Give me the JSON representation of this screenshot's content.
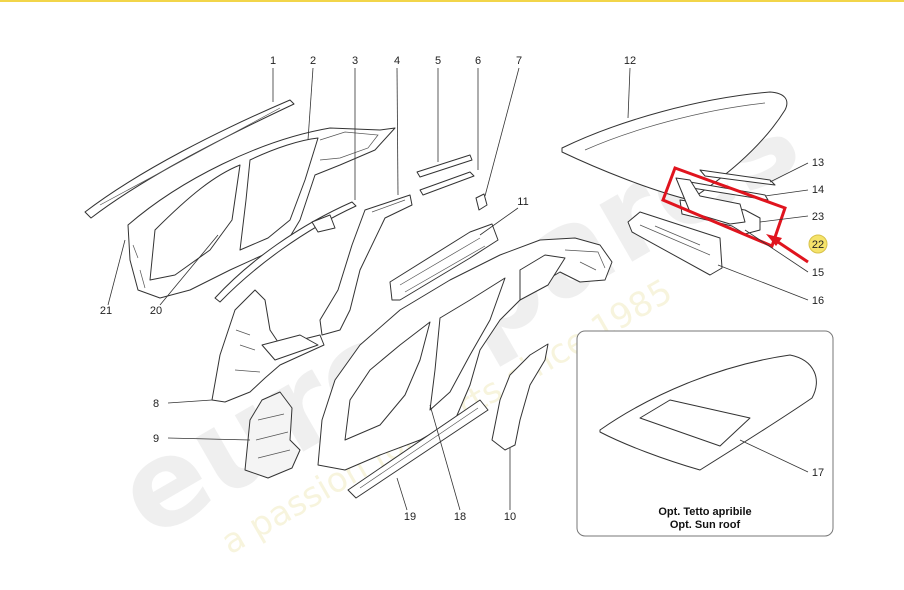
{
  "watermark": {
    "brand": "eurospares",
    "tagline": "a passion for parts since 1985"
  },
  "labels": {
    "1": "1",
    "2": "2",
    "3": "3",
    "4": "4",
    "5": "5",
    "6": "6",
    "7": "7",
    "8": "8",
    "9": "9",
    "10": "10",
    "11": "11",
    "12": "12",
    "13": "13",
    "14": "14",
    "15": "15",
    "16": "16",
    "17": "17",
    "18": "18",
    "19": "19",
    "20": "20",
    "21": "21",
    "22": "22",
    "23": "23"
  },
  "inset": {
    "caption_line1": "Opt. Tetto apribile",
    "caption_line2": "Opt. Sun roof"
  },
  "highlight": {
    "part": "22",
    "color": "#e0141e",
    "badge_color": "#f5e36a"
  }
}
